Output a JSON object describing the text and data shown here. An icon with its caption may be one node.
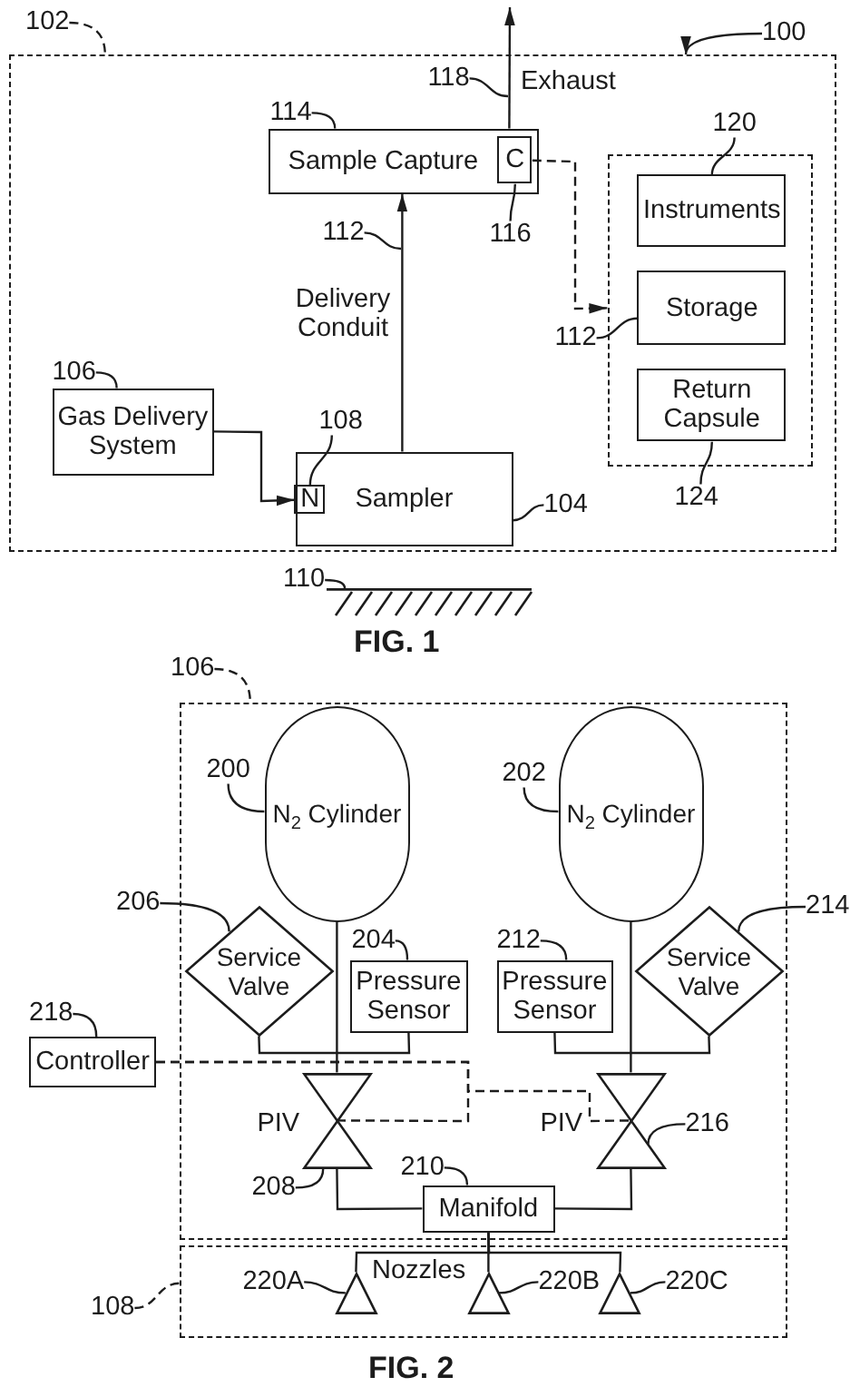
{
  "diagram": {
    "nodes": [
      {
        "text": [
          "102"
        ]
      },
      {
        "text": [
          "100"
        ]
      },
      {
        "text": [],
        "shape": "box"
      },
      {
        "text": [
          "118"
        ],
        "in": 2
      },
      {
        "text": [
          "114"
        ],
        "in": 2
      },
      {
        "text": [
          "Sample Capture"
        ],
        "in": 2
      },
      {
        "text": [
          "C"
        ],
        "in": 5
      },
      {
        "text": [
          "116"
        ],
        "in": 2
      },
      {
        "text": [
          "120"
        ],
        "in": 2
      },
      {
        "text": [],
        "shape": "box",
        "in": 2
      },
      {
        "text": [
          "Instruments"
        ],
        "in": 9
      },
      {
        "text": [
          "112"
        ],
        "in": 2
      },
      {
        "text": [
          "Storage"
        ],
        "in": 9
      },
      {
        "text": [
          "112"
        ],
        "in": 2
      },
      {
        "text": [
          "106"
        ],
        "in": 2
      },
      {
        "text": [
          "Gas Delivery System"
        ],
        "in": 2
      },
      {
        "text": [
          "108"
        ],
        "in": 2
      },
      {
        "text": [
          "Return Capsule"
        ],
        "in": 9
      },
      {
        "text": [
          "Sampler"
        ],
        "in": 2
      },
      {
        "text": [
          "N"
        ],
        "in": 18
      },
      {
        "text": [
          "104"
        ],
        "in": 2
      },
      {
        "text": [
          "124"
        ],
        "in": 2
      },
      {
        "text": [
          "110"
        ]
      },
      {
        "text": [],
        "shape": "ground"
      },
      {
        "text": [
          "106"
        ]
      },
      {
        "text": [],
        "shape": "box"
      },
      {
        "text": [
          "200"
        ],
        "in": 25
      },
      {
        "text": [
          "N$_{2}$ Cylinder"
        ],
        "in": 25
      },
      {
        "text": [
          "202"
        ],
        "in": 25
      },
      {
        "text": [
          "N$_{2}$ Cylinder"
        ],
        "in": 25
      },
      {
        "text": [
          "206"
        ]
      },
      {
        "text": [
          "Service Valve"
        ],
        "in": 25
      },
      {
        "text": [
          "204"
        ],
        "in": 25
      },
      {
        "text": [
          "Pressure Sensor"
        ],
        "in": 25
      },
      {
        "text": [
          "212"
        ],
        "in": 25
      },
      {
        "text": [
          "Pressure Sensor"
        ],
        "in": 25
      },
      {
        "text": [
          "Service Valve"
        ],
        "in": 25
      },
      {
        "text": [
          "214"
        ]
      },
      {
        "text": [
          "218"
        ]
      },
      {
        "text": [
          "Controller"
        ]
      },
      {
        "text": [],
        "shape": "valve",
        "beside": [
          "PIV"
        ],
        "in": 25
      },
      {
        "text": [],
        "shape": "valve",
        "beside": [
          "PIV"
        ],
        "in": 25
      },
      {
        "text": [
          "216"
        ],
        "in": 25
      },
      {
        "text": [
          "210"
        ],
        "in": 25
      },
      {
        "text": [
          "208"
        ],
        "in": 25
      },
      {
        "text": [
          "Manifold"
        ],
        "in": 25
      },
      {
        "text": [
          "108"
        ]
      },
      {
        "text": [],
        "shape": "box"
      },
      {
        "text": [
          "220A"
        ],
        "in": 47
      },
      {
        "text": [],
        "shape": "triangle",
        "in": 47
      },
      {
        "text": [],
        "shape": "triangle",
        "in": 47
      },
      {
        "text": [
          "220B"
        ],
        "in": 47
      },
      {
        "text": [],
        "shape": "triangle",
        "in": 47
      },
      {
        "text": [
          "220C"
        ],
        "in": 47
      }
    ],
    "edges": [
      {
        "from": 0,
        "to": 2,
        "arrow": "none",
        "style": "dashed"
      },
      {
        "from": 1,
        "to": 2,
        "arrow": "to"
      },
      {
        "from": 3,
        "to": null,
        "arrow": "none"
      },
      {
        "from": 4,
        "to": 5,
        "arrow": "none"
      },
      {
        "from": 5,
        "to": null,
        "arrow": "to",
        "label": "Exhaust"
      },
      {
        "from": 7,
        "to": 6,
        "arrow": "none"
      },
      {
        "from": 8,
        "to": 10,
        "arrow": "none"
      },
      {
        "from": 6,
        "to": 9,
        "arrow": "to",
        "style": "dashed"
      },
      {
        "from": 18,
        "to": 5,
        "arrow": "to",
        "label": "Delivery Conduit"
      },
      {
        "from": 11,
        "to": null,
        "arrow": "none"
      },
      {
        "from": 13,
        "to": 12,
        "arrow": "none"
      },
      {
        "from": 14,
        "to": 15,
        "arrow": "none"
      },
      {
        "from": 15,
        "to": 19,
        "arrow": "to"
      },
      {
        "from": 16,
        "to": 19,
        "arrow": "none"
      },
      {
        "from": 20,
        "to": 18,
        "arrow": "none"
      },
      {
        "from": 21,
        "to": 17,
        "arrow": "none"
      },
      {
        "from": 22,
        "to": 23,
        "arrow": "none"
      },
      {
        "from": 24,
        "to": 25,
        "arrow": "none",
        "style": "dashed"
      },
      {
        "from": 26,
        "to": 27,
        "arrow": "none"
      },
      {
        "from": 28,
        "to": 29,
        "arrow": "none"
      },
      {
        "from": 30,
        "to": 31,
        "arrow": "none"
      },
      {
        "from": 32,
        "to": 33,
        "arrow": "none"
      },
      {
        "from": 34,
        "to": 35,
        "arrow": "none"
      },
      {
        "from": 37,
        "to": 36,
        "arrow": "none"
      },
      {
        "from": 38,
        "to": 39,
        "arrow": "none"
      },
      {
        "from": 27,
        "to": 40,
        "arrow": "none"
      },
      {
        "from": 31,
        "to": 33,
        "arrow": "none"
      },
      {
        "from": 29,
        "to": 41,
        "arrow": "none"
      },
      {
        "from": 35,
        "to": 36,
        "arrow": "none"
      },
      {
        "from": 39,
        "to": 40,
        "arrow": "none",
        "style": "dashed"
      },
      {
        "from": 39,
        "to": 41,
        "arrow": "none",
        "style": "dashed"
      },
      {
        "from": 42,
        "to": 41,
        "arrow": "none"
      },
      {
        "from": 43,
        "to": 45,
        "arrow": "none"
      },
      {
        "from": 44,
        "to": 40,
        "arrow": "none"
      },
      {
        "from": 40,
        "to": 45,
        "arrow": "none"
      },
      {
        "from": 41,
        "to": 45,
        "arrow": "none"
      },
      {
        "from": 46,
        "to": 47,
        "arrow": "none",
        "style": "dashed"
      },
      {
        "from": 48,
        "to": 49,
        "arrow": "none"
      },
      {
        "from": 45,
        "to": 49,
        "arrow": "none"
      },
      {
        "from": 45,
        "to": 50,
        "arrow": "none"
      },
      {
        "from": 45,
        "to": 52,
        "arrow": "none"
      },
      {
        "from": 51,
        "to": 50,
        "arrow": "none"
      },
      {
        "from": 53,
        "to": 52,
        "arrow": "none"
      }
    ],
    "labels": [
      "FIG. 1",
      "Nozzles",
      "FIG. 2"
    ]
  }
}
